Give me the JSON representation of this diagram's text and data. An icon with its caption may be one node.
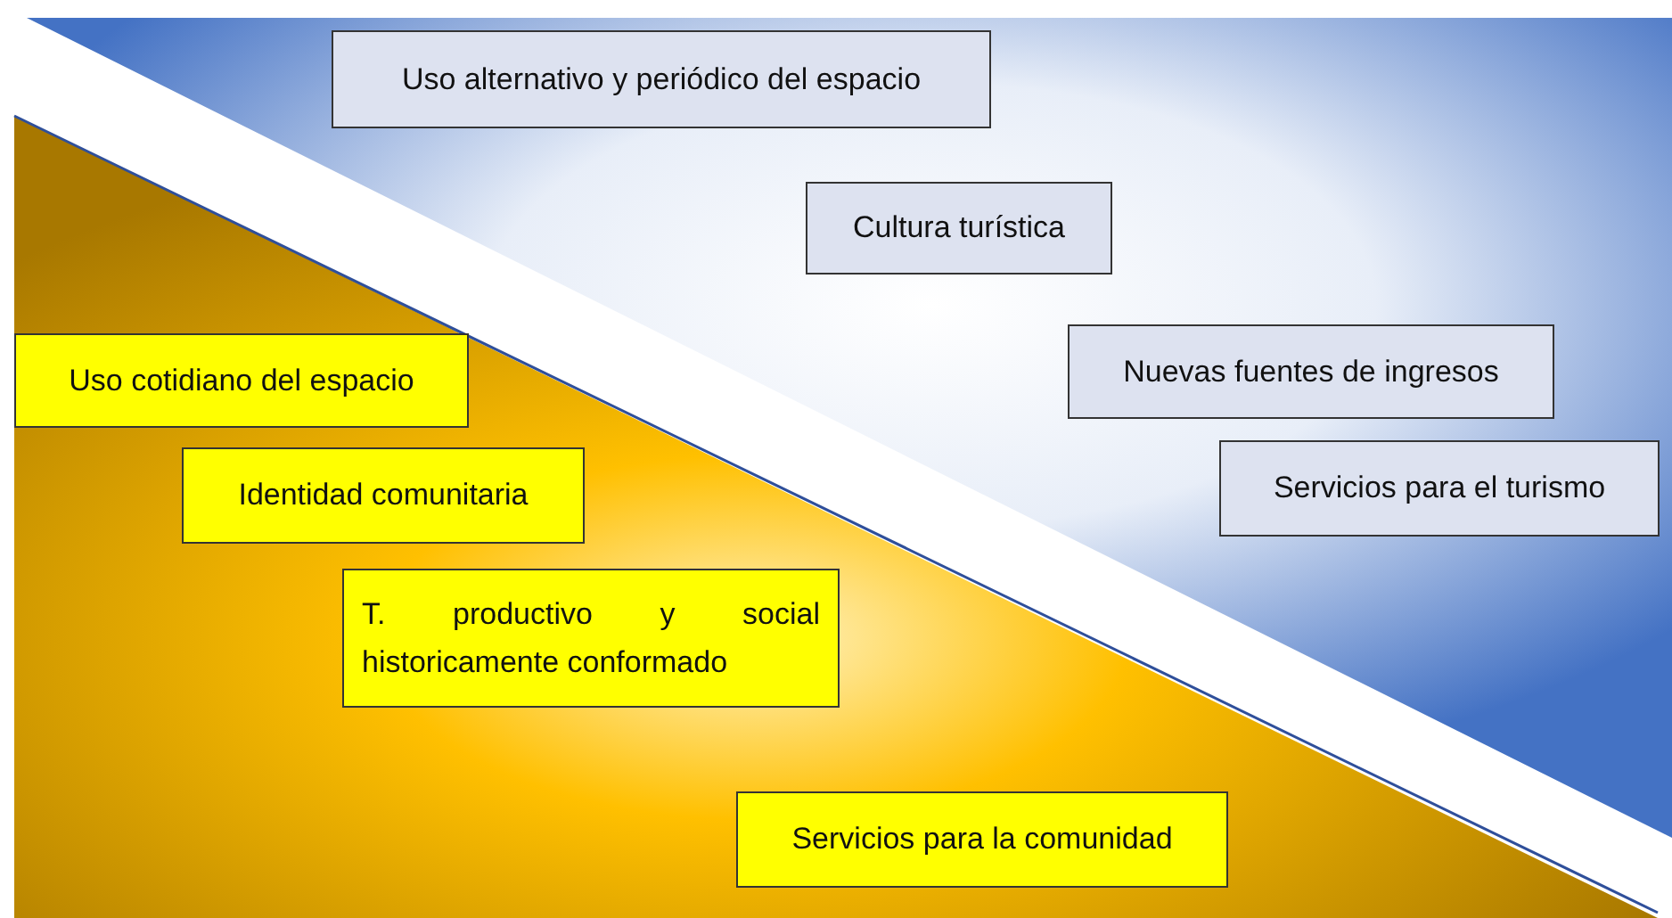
{
  "diagram": {
    "nodes": [
      {
        "text": [
          "Uso alternativo y periódico del espacio"
        ]
      },
      {
        "text": [
          "Cultura turística"
        ]
      },
      {
        "text": [
          "Nuevas fuentes de ingresos"
        ]
      },
      {
        "text": [
          "Servicios para el turismo"
        ]
      },
      {
        "text": [
          "Uso cotidiano del espacio"
        ]
      },
      {
        "text": [
          "Identidad comunitaria"
        ]
      },
      {
        "text": [
          "T. productivo y social historicamente conformado"
        ]
      },
      {
        "text": [
          "Servicios para la comunidad"
        ]
      }
    ]
  }
}
